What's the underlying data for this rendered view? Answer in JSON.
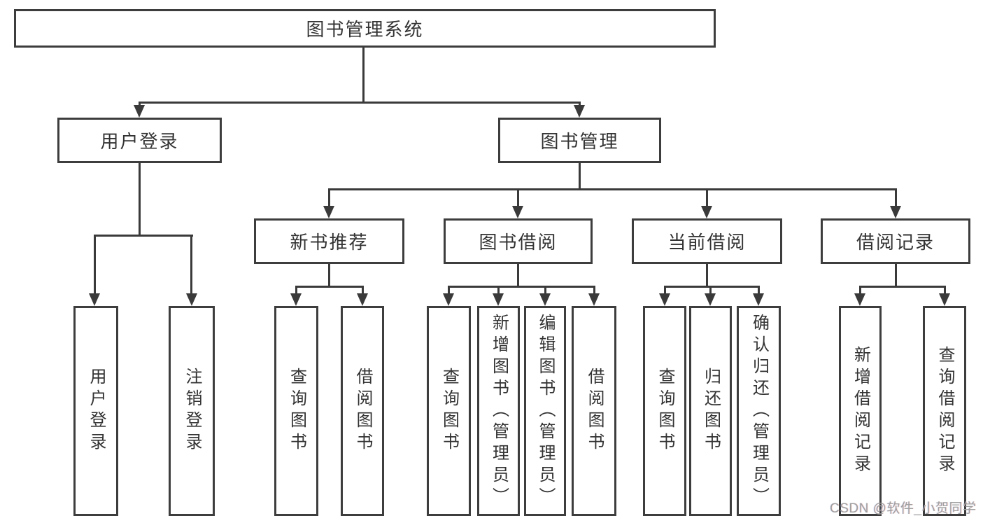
{
  "diagram": {
    "type": "hierarchy-tree",
    "colors": {
      "border": "#3d3d3d",
      "line": "#3a3a3a",
      "text": "#333333",
      "background": "#ffffff",
      "watermark": "#a0a0a0"
    },
    "nodes": {
      "root": {
        "label": "图书管理系统"
      },
      "level2": [
        {
          "label": "用户登录",
          "parent": "图书管理系统"
        },
        {
          "label": "图书管理",
          "parent": "图书管理系统"
        }
      ],
      "level3": [
        {
          "label": "新书推荐",
          "parent": "图书管理"
        },
        {
          "label": "图书借阅",
          "parent": "图书管理"
        },
        {
          "label": "当前借阅",
          "parent": "图书管理"
        },
        {
          "label": "借阅记录",
          "parent": "图书管理"
        }
      ],
      "leaves": [
        {
          "label": "用户登录",
          "parent": "用户登录"
        },
        {
          "label": "注销登录",
          "parent": "用户登录"
        },
        {
          "label": "查询图书",
          "parent": "新书推荐"
        },
        {
          "label": "借阅图书",
          "parent": "新书推荐"
        },
        {
          "label": "查询图书",
          "parent": "图书借阅"
        },
        {
          "label": "新增图书（管理员）",
          "parent": "图书借阅"
        },
        {
          "label": "编辑图书（管理员）",
          "parent": "图书借阅"
        },
        {
          "label": "借阅图书",
          "parent": "图书借阅"
        },
        {
          "label": "查询图书",
          "parent": "当前借阅"
        },
        {
          "label": "归还图书",
          "parent": "当前借阅"
        },
        {
          "label": "确认归还（管理员）",
          "parent": "当前借阅"
        },
        {
          "label": "新增借阅记录",
          "parent": "借阅记录"
        },
        {
          "label": "查询借阅记录",
          "parent": "借阅记录"
        }
      ]
    },
    "watermark": {
      "text": "CSDN @软件_小贺同学"
    }
  }
}
